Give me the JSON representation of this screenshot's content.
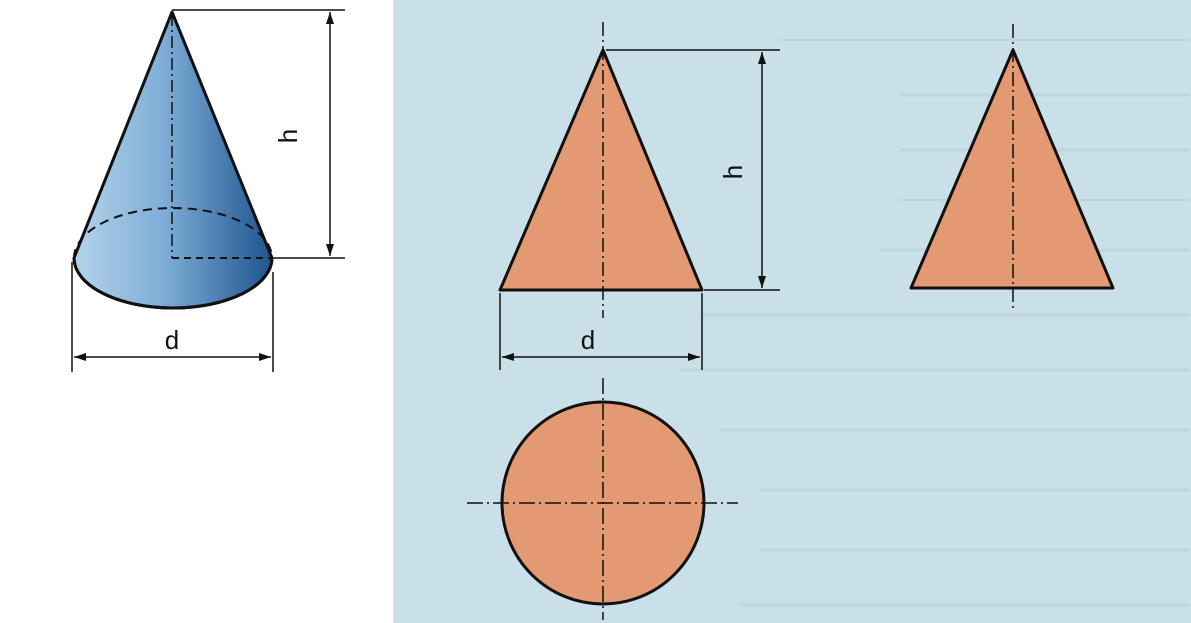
{
  "labels": {
    "cone_height": "h",
    "cone_diameter": "d",
    "front_view_height": "h",
    "front_view_diameter": "d"
  },
  "colors": {
    "page_background": "#ffffff",
    "drawing_background": "#c9e0e8",
    "view_fill": "#e39a72",
    "cone_light": "#a9cbe4",
    "cone_dark": "#1f5a96",
    "outline": "#111111"
  }
}
